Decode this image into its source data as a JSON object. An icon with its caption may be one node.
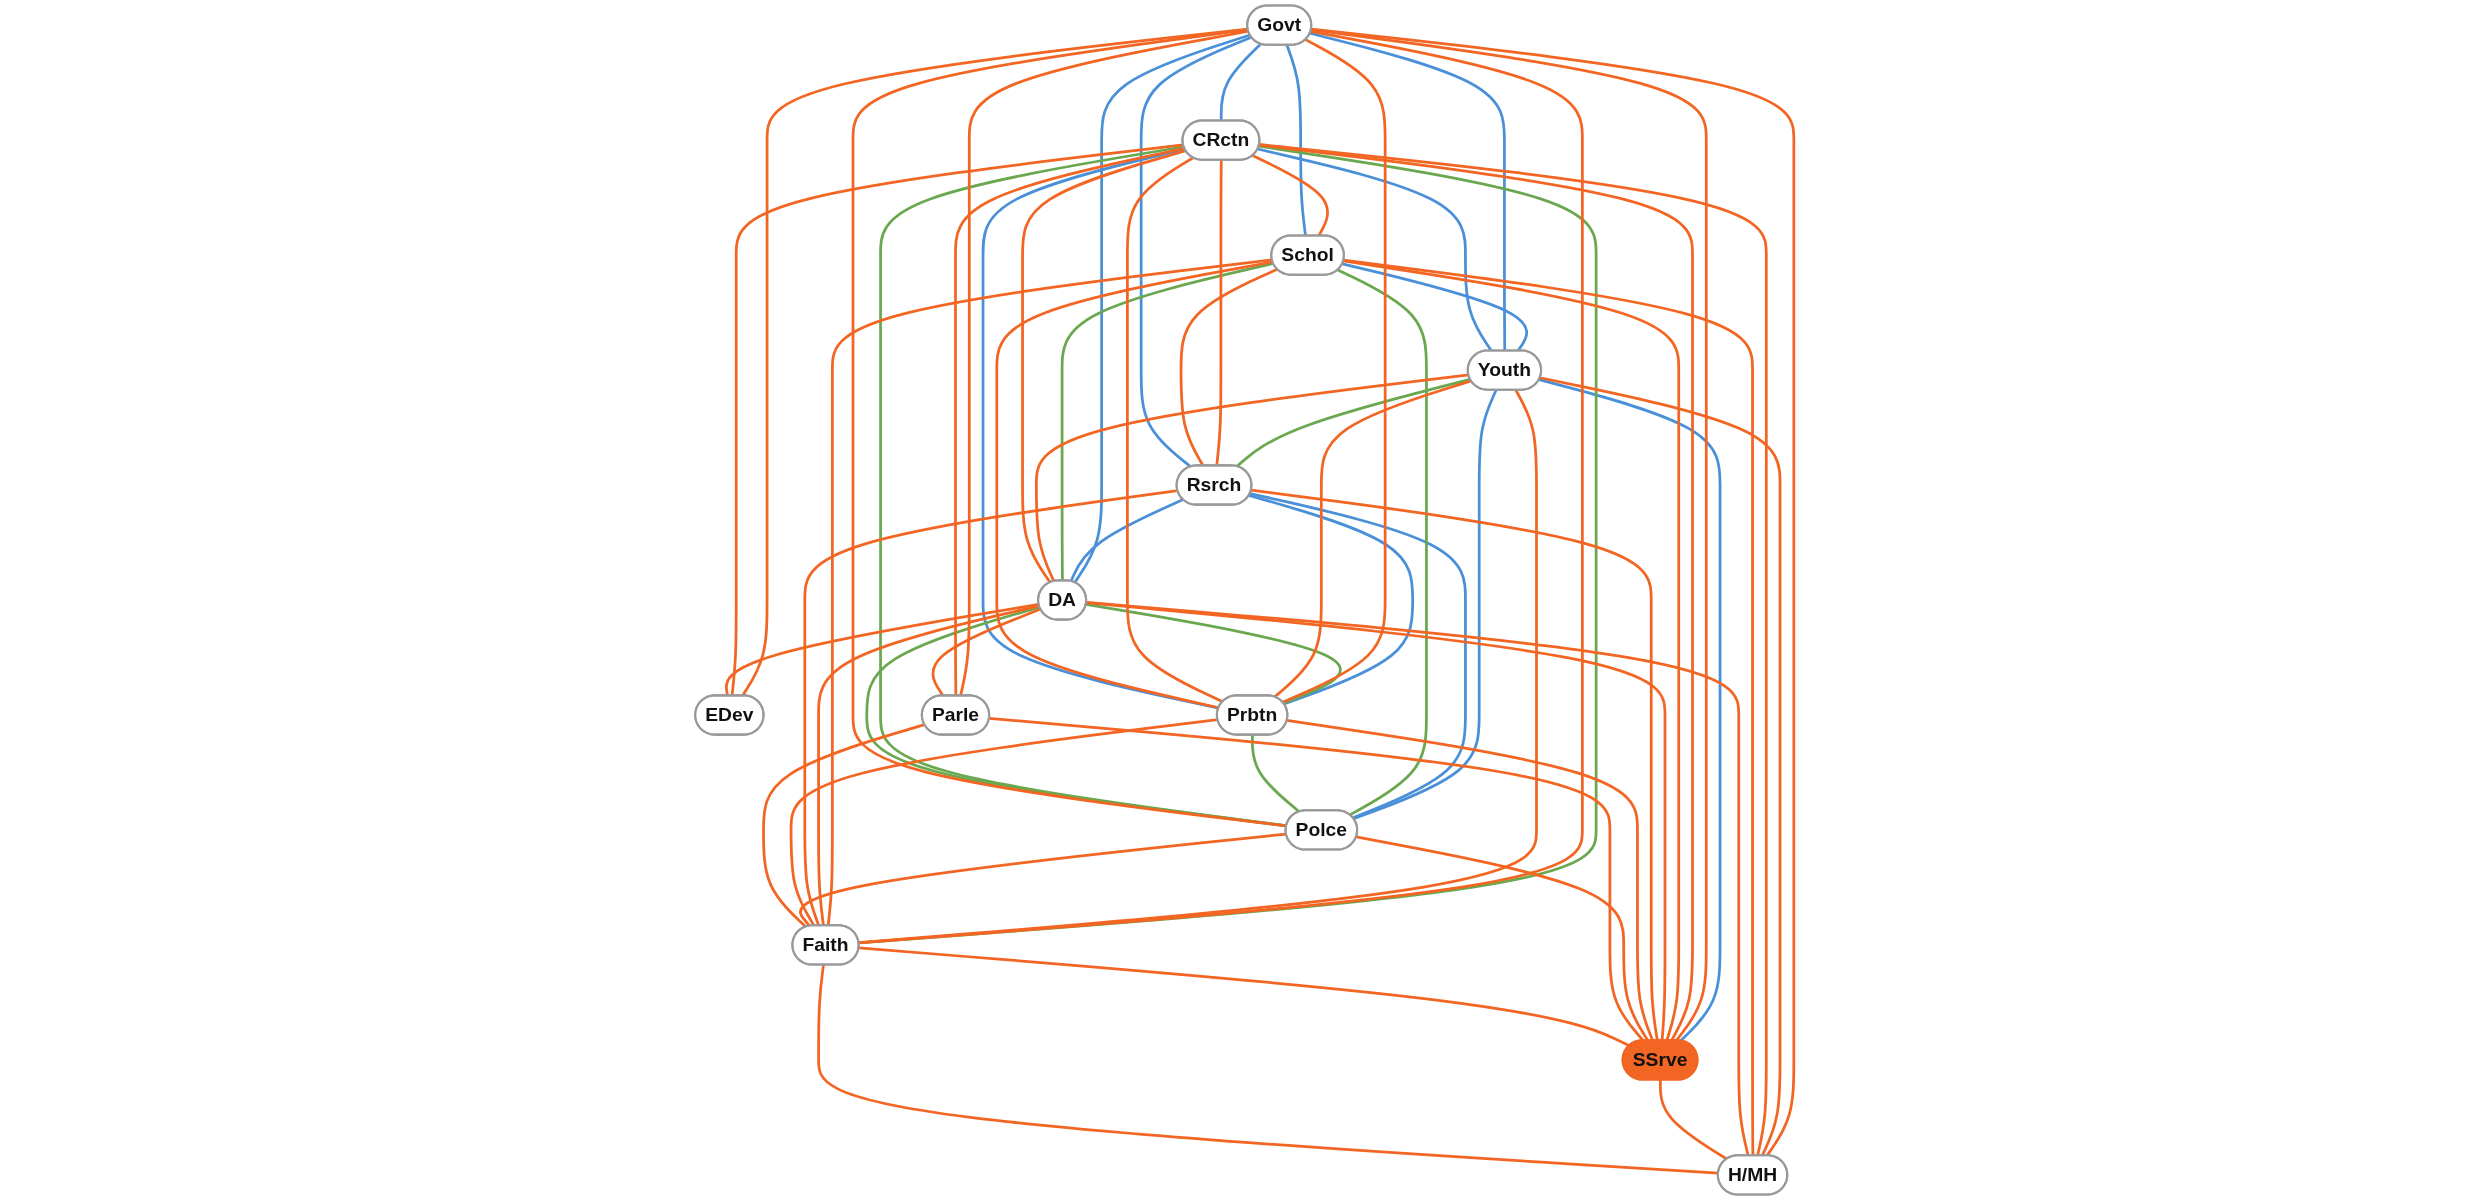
{
  "diagram": {
    "nodes": [
      {
        "text": [
          "Govt"
        ]
      },
      {
        "text": [
          "Youth"
        ]
      },
      {
        "text": [
          "CRctn"
        ]
      },
      {
        "text": [
          "Schol"
        ]
      },
      {
        "text": [
          "DA"
        ]
      },
      {
        "text": [
          "Rsrch"
        ]
      },
      {
        "text": [
          "EDev"
        ]
      },
      {
        "text": [
          "Prbtn"
        ]
      },
      {
        "text": [
          "Faith"
        ]
      },
      {
        "text": [
          "Polce"
        ]
      },
      {
        "text": [
          "SSrve"
        ]
      },
      {
        "text": [
          "Parle"
        ]
      },
      {
        "text": [
          "H/MH"
        ]
      }
    ],
    "edges": [
      {
        "from": 1,
        "to": 0,
        "arrow": "none",
        "color": "#4a90d9"
      },
      {
        "from": 1,
        "to": 2,
        "arrow": "none",
        "color": "#4a90d9"
      },
      {
        "from": 3,
        "to": 1,
        "arrow": "none",
        "color": "#4a90d9"
      },
      {
        "from": 3,
        "to": 0,
        "arrow": "none",
        "color": "#4a90d9"
      },
      {
        "from": 1,
        "to": 9,
        "arrow": "none",
        "color": "#4a90d9"
      },
      {
        "from": 1,
        "to": 10,
        "arrow": "none",
        "color": "#4a90d9"
      },
      {
        "from": 0,
        "to": 2,
        "arrow": "none",
        "color": "#4a90d9"
      },
      {
        "from": 0,
        "to": 4,
        "arrow": "none",
        "color": "#4a90d9"
      },
      {
        "from": 5,
        "to": 0,
        "arrow": "none",
        "color": "#4a90d9"
      },
      {
        "from": 7,
        "to": 2,
        "arrow": "none",
        "color": "#4a90d9"
      },
      {
        "from": 5,
        "to": 4,
        "arrow": "none",
        "color": "#4a90d9"
      },
      {
        "from": 5,
        "to": 7,
        "arrow": "none",
        "color": "#4a90d9"
      },
      {
        "from": 5,
        "to": 9,
        "arrow": "none",
        "color": "#4a90d9"
      },
      {
        "from": 1,
        "to": 5,
        "arrow": "none",
        "color": "#6aa84f"
      },
      {
        "from": 3,
        "to": 4,
        "arrow": "none",
        "color": "#6aa84f"
      },
      {
        "from": 3,
        "to": 9,
        "arrow": "none",
        "color": "#6aa84f"
      },
      {
        "from": 7,
        "to": 9,
        "arrow": "none",
        "color": "#6aa84f"
      },
      {
        "from": 2,
        "to": 8,
        "arrow": "none",
        "color": "#6aa84f"
      },
      {
        "from": 2,
        "to": 9,
        "arrow": "none",
        "color": "#6aa84f"
      },
      {
        "from": 4,
        "to": 7,
        "arrow": "none",
        "color": "#6aa84f"
      },
      {
        "from": 4,
        "to": 9,
        "arrow": "none",
        "color": "#6aa84f"
      },
      {
        "from": 0,
        "to": 6,
        "arrow": "none"
      },
      {
        "from": 0,
        "to": 8,
        "arrow": "none"
      },
      {
        "from": 0,
        "to": 10,
        "arrow": "none"
      },
      {
        "from": 0,
        "to": 12,
        "arrow": "none"
      },
      {
        "from": 0,
        "to": 11,
        "arrow": "none"
      },
      {
        "from": 0,
        "to": 9,
        "arrow": "none"
      },
      {
        "from": 0,
        "to": 7,
        "arrow": "none"
      },
      {
        "from": 1,
        "to": 4,
        "arrow": "none"
      },
      {
        "from": 1,
        "to": 8,
        "arrow": "none"
      },
      {
        "from": 1,
        "to": 12,
        "arrow": "none"
      },
      {
        "from": 1,
        "to": 7,
        "arrow": "none"
      },
      {
        "from": 2,
        "to": 3,
        "arrow": "none"
      },
      {
        "from": 2,
        "to": 5,
        "arrow": "none"
      },
      {
        "from": 2,
        "to": 6,
        "arrow": "none"
      },
      {
        "from": 2,
        "to": 4,
        "arrow": "none"
      },
      {
        "from": 2,
        "to": 10,
        "arrow": "none"
      },
      {
        "from": 2,
        "to": 12,
        "arrow": "none"
      },
      {
        "from": 2,
        "to": 11,
        "arrow": "none"
      },
      {
        "from": 2,
        "to": 7,
        "arrow": "none"
      },
      {
        "from": 3,
        "to": 5,
        "arrow": "none"
      },
      {
        "from": 3,
        "to": 7,
        "arrow": "none"
      },
      {
        "from": 3,
        "to": 8,
        "arrow": "none"
      },
      {
        "from": 3,
        "to": 10,
        "arrow": "none"
      },
      {
        "from": 3,
        "to": 12,
        "arrow": "none"
      },
      {
        "from": 4,
        "to": 6,
        "arrow": "none"
      },
      {
        "from": 4,
        "to": 8,
        "arrow": "none"
      },
      {
        "from": 4,
        "to": 10,
        "arrow": "none"
      },
      {
        "from": 4,
        "to": 12,
        "arrow": "none"
      },
      {
        "from": 4,
        "to": 11,
        "arrow": "none"
      },
      {
        "from": 5,
        "to": 8,
        "arrow": "none"
      },
      {
        "from": 5,
        "to": 10,
        "arrow": "none"
      },
      {
        "from": 7,
        "to": 8,
        "arrow": "none"
      },
      {
        "from": 7,
        "to": 10,
        "arrow": "none"
      },
      {
        "from": 9,
        "to": 8,
        "arrow": "none"
      },
      {
        "from": 9,
        "to": 10,
        "arrow": "none"
      },
      {
        "from": 11,
        "to": 10,
        "arrow": "none"
      },
      {
        "from": 11,
        "to": 8,
        "arrow": "none"
      },
      {
        "from": 12,
        "to": 10,
        "arrow": "none"
      },
      {
        "from": 12,
        "to": 8,
        "arrow": "none"
      },
      {
        "from": 8,
        "to": 10,
        "arrow": "none"
      }
    ]
  }
}
